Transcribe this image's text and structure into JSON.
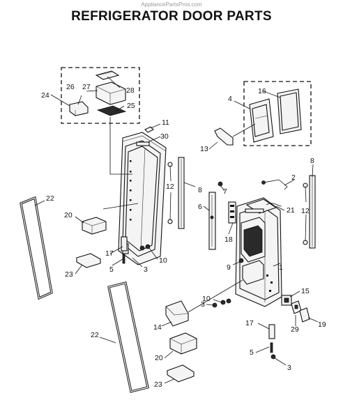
{
  "header": {
    "watermark": "AppliancePartsPros.com",
    "title": "REFRIGERATOR DOOR PARTS"
  },
  "callouts": {
    "c1": "1",
    "c2": "2",
    "c3a": "3",
    "c3b": "3",
    "c3c": "3",
    "c4": "4",
    "c5a": "5",
    "c5b": "5",
    "c6": "6",
    "c7": "7",
    "c8a": "8",
    "c8b": "8",
    "c9": "9",
    "c10a": "10",
    "c10b": "10",
    "c11": "11",
    "c12a": "12",
    "c12b": "12",
    "c13": "13",
    "c14": "14",
    "c15": "15",
    "c16": "16",
    "c17a": "17",
    "c17b": "17",
    "c18": "18",
    "c19": "19",
    "c20a": "20",
    "c20b": "20",
    "c21": "21",
    "c22a": "22",
    "c22b": "22",
    "c23a": "23",
    "c23b": "23",
    "c24": "24",
    "c25": "25",
    "c26": "26",
    "c27": "27",
    "c28": "28",
    "c29": "29",
    "c30": "30"
  }
}
